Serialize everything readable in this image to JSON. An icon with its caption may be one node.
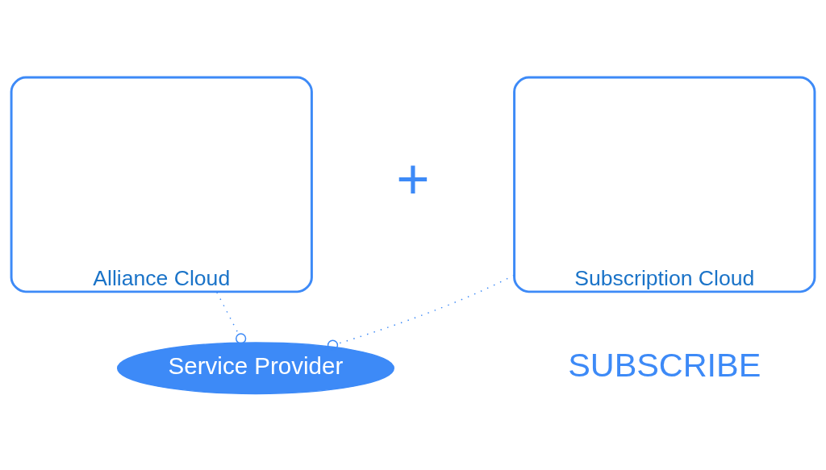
{
  "diagram": {
    "nodes": [
      {
        "text": [
          "Service Provider"
        ]
      },
      {
        "text": [
          "Alliance Cloud"
        ]
      },
      {
        "text": [
          "Subscription Cloud"
        ]
      }
    ],
    "edges": [
      {
        "from": 1,
        "to": 0,
        "arrow": "other",
        "style": "dashed"
      },
      {
        "from": 2,
        "to": 0,
        "arrow": "other",
        "style": "dashed"
      }
    ],
    "labels": [
      "+",
      "SUBSCRIBE"
    ]
  }
}
